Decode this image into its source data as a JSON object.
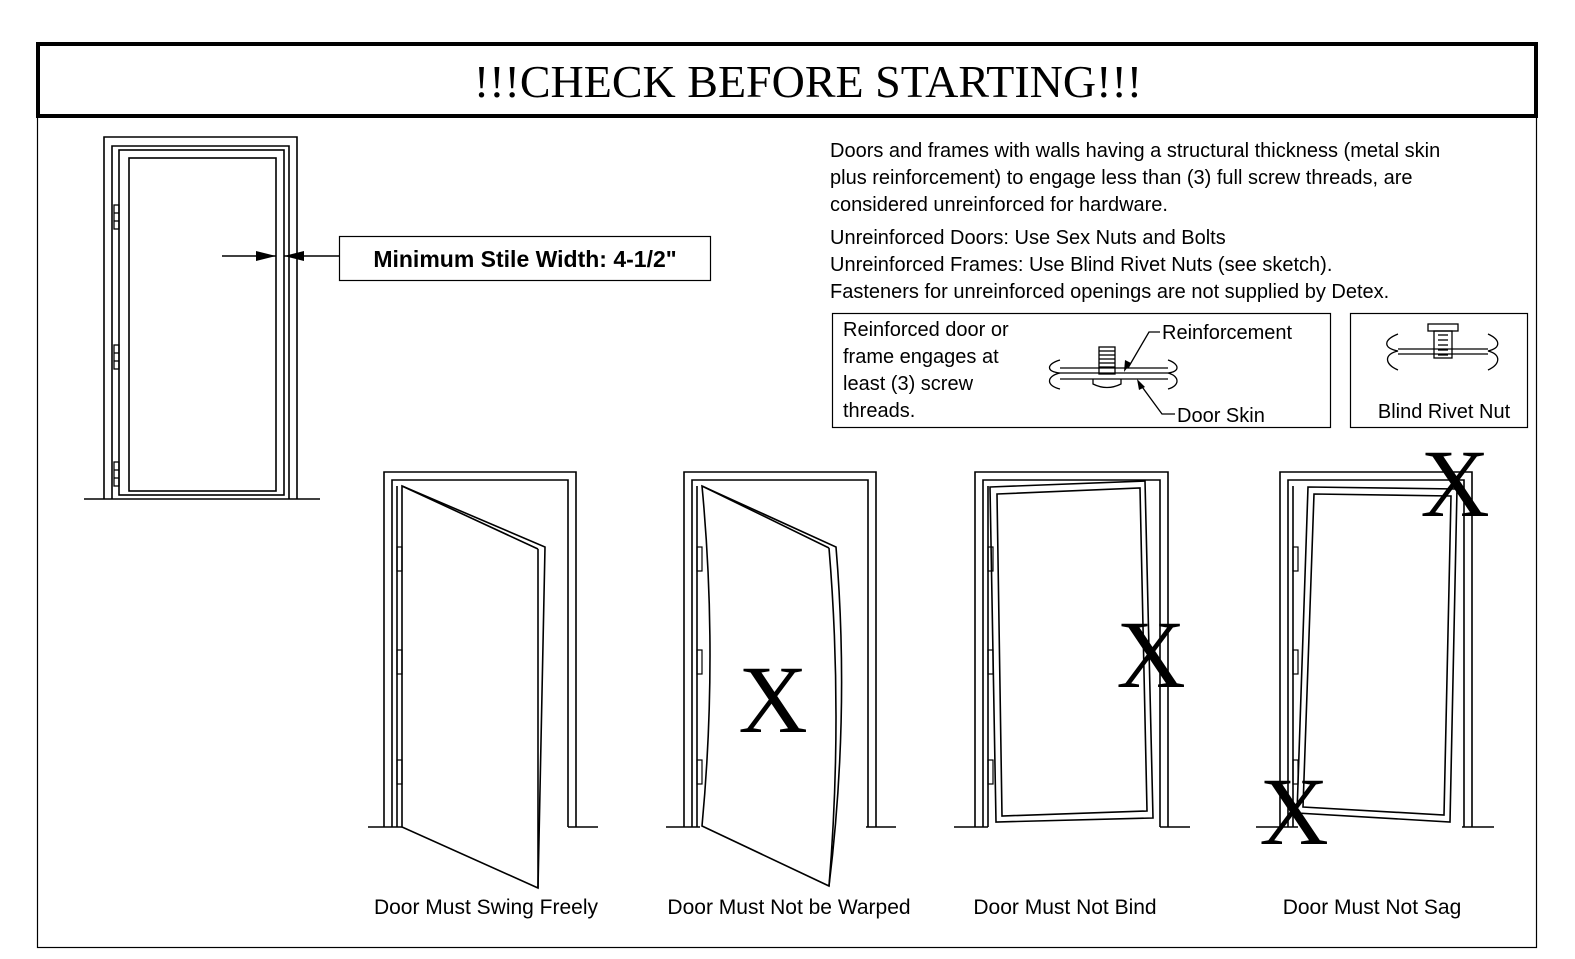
{
  "title": "!!!CHECK BEFORE STARTING!!!",
  "stile_label": "Minimum Stile Width: 4-1/2\"",
  "intro": {
    "line1": "Doors and frames with walls having a structural thickness (metal skin",
    "line2": "plus reinforcement) to engage less than (3) full screw threads, are",
    "line3": "considered unreinforced for hardware.",
    "line4": "Unreinforced Doors: Use Sex Nuts and Bolts",
    "line5": "Unreinforced Frames: Use Blind Rivet Nuts (see sketch).",
    "line6": "Fasteners for unreinforced openings are not supplied by Detex."
  },
  "reinforced_box": {
    "line1": "Reinforced door or",
    "line2": "frame engages at",
    "line3": "least (3) screw",
    "line4": "threads.",
    "reinforcement_label": "Reinforcement",
    "door_skin_label": "Door Skin"
  },
  "rivet_box": {
    "label": "Blind Rivet Nut"
  },
  "x_mark": "X",
  "doors": [
    {
      "caption": "Door Must Swing Freely"
    },
    {
      "caption": "Door Must Not be Warped"
    },
    {
      "caption": "Door Must Not Bind"
    },
    {
      "caption": "Door Must Not Sag"
    }
  ],
  "colors": {
    "ink": "#000000",
    "paper": "#ffffff"
  }
}
